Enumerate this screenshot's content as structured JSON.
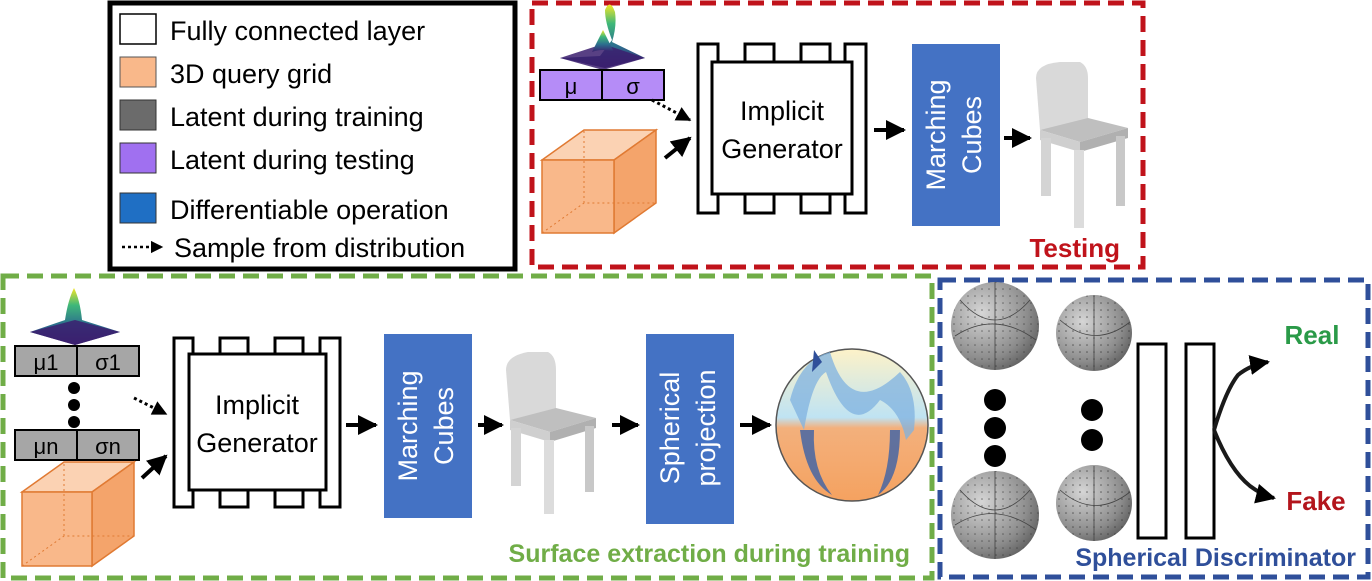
{
  "legend": {
    "items": [
      {
        "label": "Fully connected layer",
        "swatch": "#ffffff"
      },
      {
        "label": "3D query grid",
        "swatch": "#f9b88a"
      },
      {
        "label": "Latent during training",
        "swatch": "#6b6b6b"
      },
      {
        "label": "Latent during testing",
        "swatch": "#a070f0"
      },
      {
        "label": "Differentiable operation",
        "swatch": "#1f6fc4"
      }
    ],
    "sample_label": "Sample from distribution"
  },
  "testing": {
    "title": "Testing",
    "mu": "μ",
    "sigma": "σ",
    "generator": [
      "Implicit",
      "Generator"
    ],
    "marching": [
      "Marching",
      "Cubes"
    ]
  },
  "training": {
    "title": "Surface extraction during training",
    "mu1": "μ1",
    "sigma1": "σ1",
    "mun": "μn",
    "sigman": "σn",
    "generator": [
      "Implicit",
      "Generator"
    ],
    "marching": [
      "Marching",
      "Cubes"
    ],
    "spherical": [
      "Spherical",
      "projection"
    ]
  },
  "discriminator": {
    "title": "Spherical Discriminator",
    "real": "Real",
    "fake": "Fake"
  },
  "colors": {
    "testing_border": "#c0131b",
    "training_border": "#70ad47",
    "disc_border": "#2f4f9a",
    "op_blue": "#4472c4",
    "latent_purple": "#b58cf7",
    "latent_gray": "#a6a6a6",
    "grid_orange": "#f9b88a",
    "real_green": "#2a9a48",
    "fake_red": "#b3151c"
  }
}
